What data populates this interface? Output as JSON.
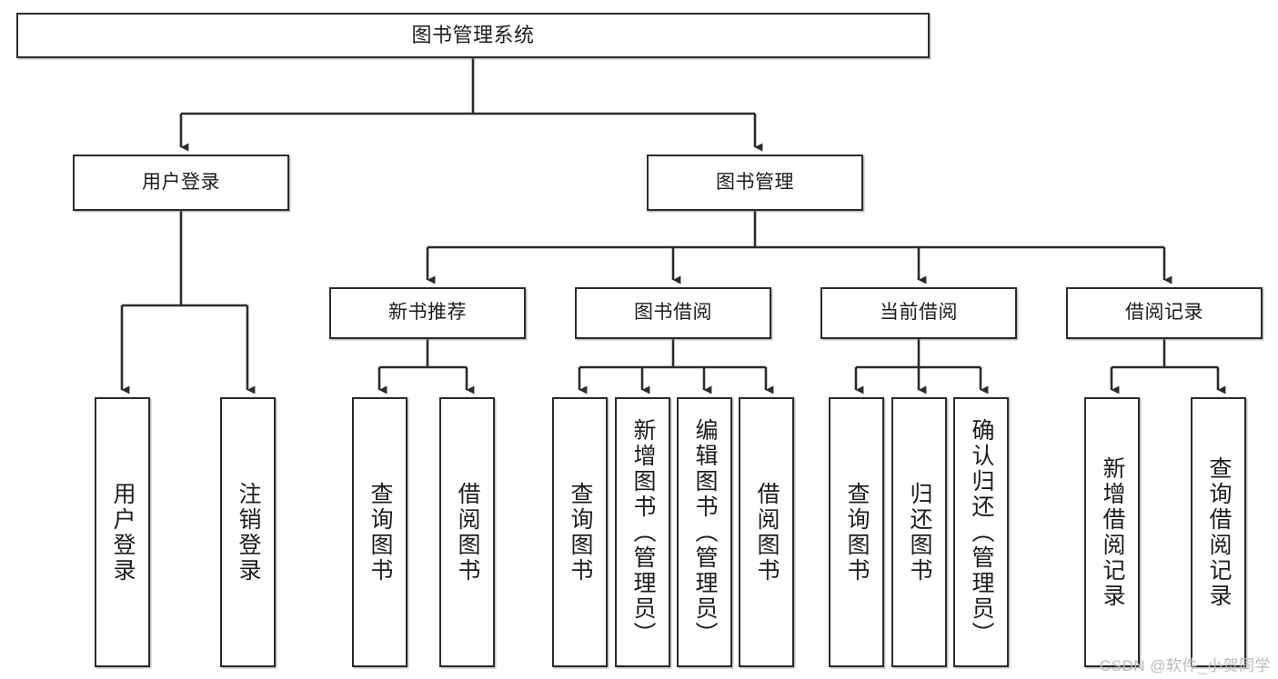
{
  "diagram": {
    "title": "图书管理系统",
    "type": "tree-hierarchy-chart",
    "watermark": "CSDN @软件_小贺同学",
    "colors": {
      "box_border": "#2b2b2b",
      "box_fill": "#ffffff",
      "edge": "#2b2b2b",
      "text": "#1c1c1c",
      "watermark": "#b9b9b9"
    },
    "nodes": {
      "root": {
        "label": "图书管理系统"
      },
      "level2": [
        {
          "id": "user-login",
          "label": "用户登录"
        },
        {
          "id": "book-manage",
          "label": "图书管理"
        }
      ],
      "level3": [
        {
          "id": "new-book-recommend",
          "label": "新书推荐"
        },
        {
          "id": "book-borrow",
          "label": "图书借阅"
        },
        {
          "id": "current-borrow",
          "label": "当前借阅"
        },
        {
          "id": "borrow-record",
          "label": "借阅记录"
        }
      ],
      "leaves": {
        "user_login": [
          {
            "id": "leaf-user-login",
            "label": "用户登录"
          },
          {
            "id": "leaf-logout",
            "label": "注销登录"
          }
        ],
        "new_book_recommend": [
          {
            "id": "leaf-query-book-1",
            "label": "查询图书"
          },
          {
            "id": "leaf-borrow-book-1",
            "label": "借阅图书"
          }
        ],
        "book_borrow": [
          {
            "id": "leaf-query-book-2",
            "label": "查询图书"
          },
          {
            "id": "leaf-add-book",
            "label": "新增图书（管理员）"
          },
          {
            "id": "leaf-edit-book",
            "label": "编辑图书（管理员）"
          },
          {
            "id": "leaf-borrow-book-2",
            "label": "借阅图书"
          }
        ],
        "current_borrow": [
          {
            "id": "leaf-query-book-3",
            "label": "查询图书"
          },
          {
            "id": "leaf-return-book",
            "label": "归还图书"
          },
          {
            "id": "leaf-confirm-return",
            "label": "确认归还（管理员）"
          }
        ],
        "borrow_record": [
          {
            "id": "leaf-add-record",
            "label": "新增借阅记录"
          },
          {
            "id": "leaf-query-record",
            "label": "查询借阅记录"
          }
        ]
      }
    }
  }
}
